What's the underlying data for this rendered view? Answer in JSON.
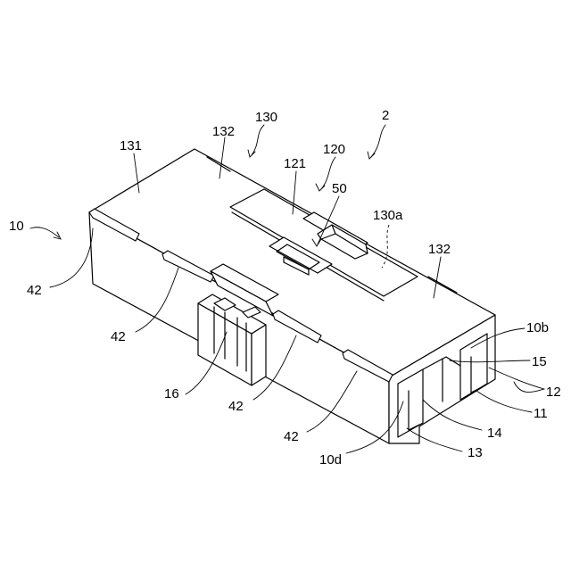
{
  "labels": {
    "l2": "2",
    "l10": "10",
    "l10b": "10b",
    "l10d": "10d",
    "l11": "11",
    "l12": "12",
    "l13": "13",
    "l14": "14",
    "l15": "15",
    "l16": "16",
    "l42a": "42",
    "l42b": "42",
    "l42c": "42",
    "l42d": "42",
    "l50": "50",
    "l120": "120",
    "l121": "121",
    "l130": "130",
    "l130a": "130a",
    "l131": "131",
    "l132a": "132",
    "l132b": "132"
  }
}
